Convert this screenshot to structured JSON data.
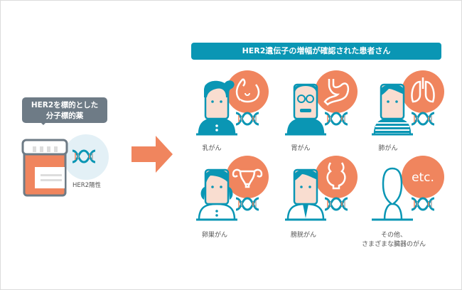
{
  "drug": {
    "bubble_line1": "HER2を標的とした",
    "bubble_line2": "分子標的薬",
    "marker_label": "HER2陽性"
  },
  "banner": "HER2遺伝子の増幅が確認された患者さん",
  "patients": [
    {
      "label": "乳がん",
      "organ": "breast-icon"
    },
    {
      "label": "胃がん",
      "organ": "stomach-icon"
    },
    {
      "label": "肺がん",
      "organ": "lungs-icon"
    },
    {
      "label": "卵巣がん",
      "organ": "uterus-icon"
    },
    {
      "label": "膀胱がん",
      "organ": "bladder-icon"
    },
    {
      "label_line1": "その他、",
      "label_line2": "さまざまな臓器のがん",
      "organ_text": "etc."
    }
  ],
  "colors": {
    "teal": "#0a96b4",
    "orange": "#f0855e",
    "skin": "#f9ddd0",
    "gray": "#6e7b86"
  }
}
